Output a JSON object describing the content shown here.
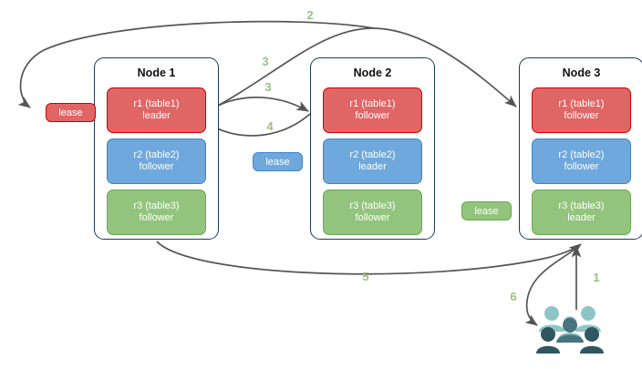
{
  "colors": {
    "red_fill": "#e06666",
    "red_border": "#cc0000",
    "blue_fill": "#6fa8dc",
    "blue_border": "#3d85c6",
    "green_fill": "#93c47d",
    "green_border": "#6aa84f",
    "node_border": "#1b3a5e",
    "arrow": "#555555",
    "step_label": "#93c47d",
    "user_light": "#8ec4c4",
    "user_dark": "#2f5661",
    "user_mid": "#4a7f8a"
  },
  "nodes": [
    {
      "title": "Node 1",
      "replicas": [
        {
          "name": "r1 (table1)",
          "role": "leader",
          "color": "r1"
        },
        {
          "name": "r2 (table2)",
          "role": "follower",
          "color": "r2"
        },
        {
          "name": "r3 (table3)",
          "role": "follower",
          "color": "r3"
        }
      ]
    },
    {
      "title": "Node 2",
      "replicas": [
        {
          "name": "r1 (table1)",
          "role": "follower",
          "color": "r1"
        },
        {
          "name": "r2 (table2)",
          "role": "leader",
          "color": "r2"
        },
        {
          "name": "r3 (table3)",
          "role": "follower",
          "color": "r3"
        }
      ]
    },
    {
      "title": "Node 3",
      "replicas": [
        {
          "name": "r1 (table1)",
          "role": "follower",
          "color": "r1"
        },
        {
          "name": "r2 (table2)",
          "role": "follower",
          "color": "r2"
        },
        {
          "name": "r3 (table3)",
          "role": "leader",
          "color": "r3"
        }
      ]
    }
  ],
  "leases": [
    {
      "label": "lease",
      "color": "red"
    },
    {
      "label": "lease",
      "color": "blue"
    },
    {
      "label": "lease",
      "color": "green"
    }
  ],
  "steps": [
    {
      "id": "1",
      "label": "1"
    },
    {
      "id": "2",
      "label": "2"
    },
    {
      "id": "3a",
      "label": "3"
    },
    {
      "id": "3b",
      "label": "3"
    },
    {
      "id": "4",
      "label": "4"
    },
    {
      "id": "5",
      "label": "5"
    },
    {
      "id": "6",
      "label": "6"
    }
  ],
  "icons": {
    "users": "users-group-icon"
  }
}
